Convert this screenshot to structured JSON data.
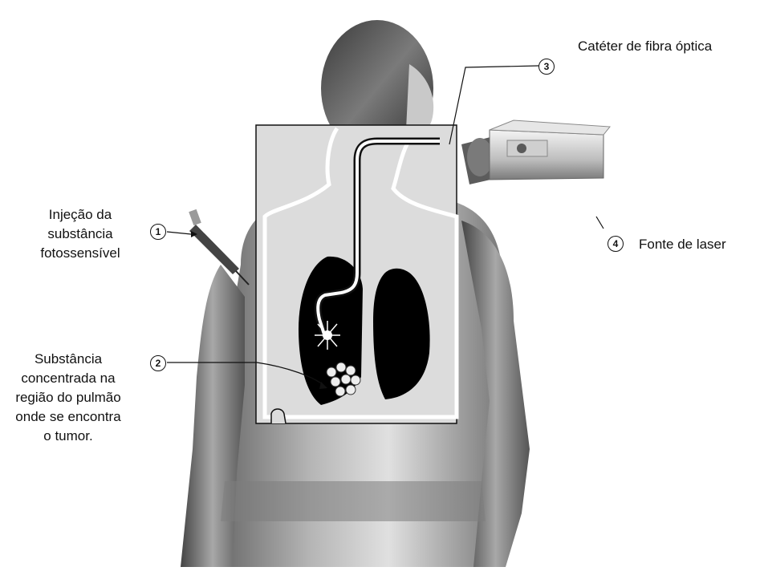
{
  "labels": {
    "injection": [
      "Injeção da",
      "substância",
      "fotossensível"
    ],
    "substance": [
      "Substância",
      "concentrada na",
      "região do pulmão",
      "onde se encontra",
      "o tumor."
    ],
    "catheter": "Catéter de fibra óptica",
    "laser": "Fonte de laser"
  },
  "markers": {
    "m1": "1",
    "m2": "2",
    "m3": "3",
    "m4": "4"
  },
  "colors": {
    "lung": "#000000",
    "panel_bg": "#dcdcdc",
    "body_gray": "#9a9a9a"
  }
}
